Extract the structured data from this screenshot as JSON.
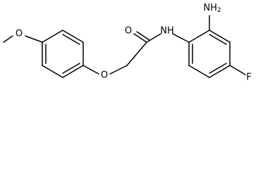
{
  "molecule": {
    "atoms": {
      "methoxy_o": "O",
      "ether_o": "O",
      "carbonyl_o": "O",
      "amide_nh": "NH",
      "amino": "NH2",
      "fluoro": "F"
    }
  },
  "colors": {
    "bond": "#000000",
    "background": "#ffffff"
  }
}
